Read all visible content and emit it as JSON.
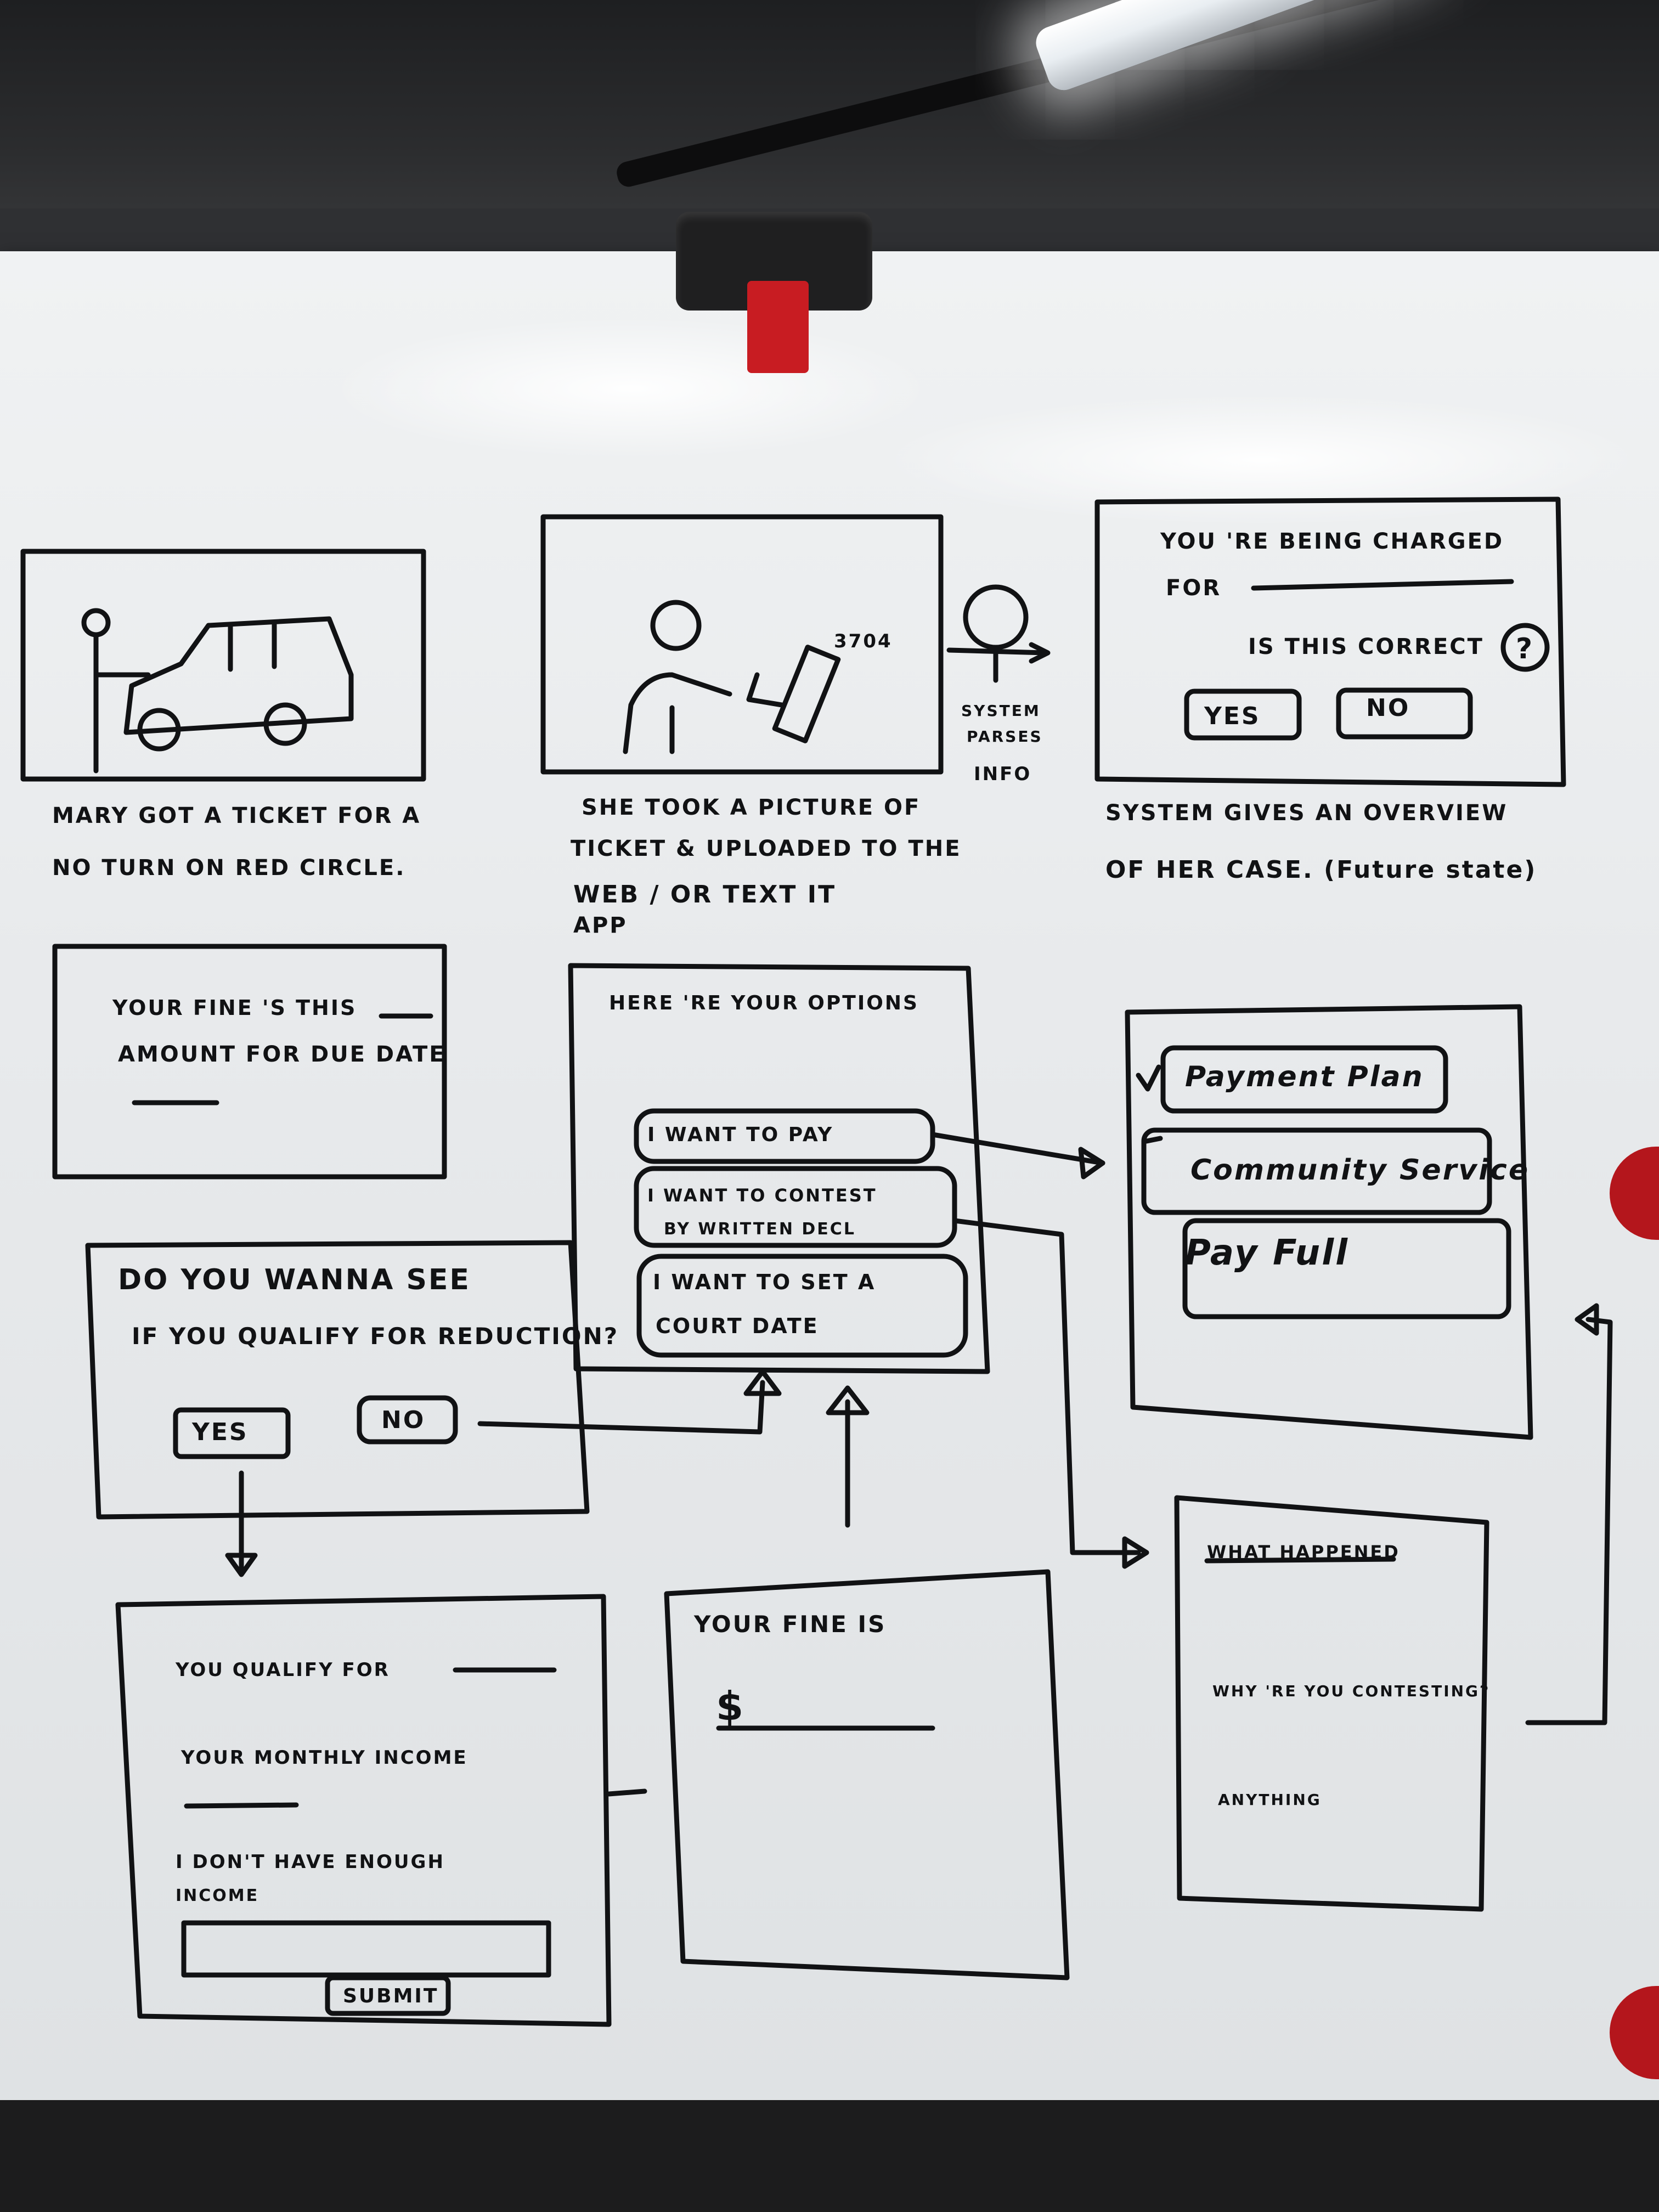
{
  "panels": {
    "p1": {
      "caption_l1": "MARY GOT A TICKET FOR A",
      "caption_l2": "NO TURN ON RED CIRCLE."
    },
    "p2": {
      "ticket_number": "3704",
      "caption_l1": "SHE TOOK A PICTURE OF",
      "caption_l2": "TICKET & UPLOADED TO THE",
      "caption_l3": "WEB / OR TEXT IT",
      "caption_l4": "APP"
    },
    "system_parses": {
      "l1": "SYSTEM",
      "l2": "PARSES",
      "l3": "INFO"
    },
    "p3": {
      "line1": "YOU 'RE BEING CHARGED",
      "line2": "FOR",
      "question": "IS THIS CORRECT",
      "help": "?",
      "yes": "YES",
      "no": "NO",
      "caption_l1": "SYSTEM GIVES AN OVERVIEW",
      "caption_l2": "OF HER CASE. (Future state)"
    },
    "p4": {
      "line1": "YOUR FINE 'S THIS",
      "line2": "AMOUNT FOR DUE DATE"
    },
    "p5": {
      "title": "HERE 'RE YOUR OPTIONS",
      "opt1": "I WANT TO PAY",
      "opt2a": "I WANT TO CONTEST",
      "opt2b": "BY WRITTEN DECL",
      "opt3a": "I WANT TO SET A",
      "opt3b": "COURT DATE"
    },
    "p6": {
      "opt1": "Payment Plan",
      "opt2": "Community Service",
      "opt3": "Pay Full"
    },
    "p7": {
      "line1": "DO YOU WANNA SEE",
      "line2": "IF YOU QUALIFY FOR REDUCTION?",
      "yes": "YES",
      "no": "NO"
    },
    "p8": {
      "line1": "YOU QUALIFY FOR",
      "line2": "YOUR MONTHLY INCOME",
      "line3a": "I DON'T HAVE ENOUGH",
      "line3b": "INCOME",
      "button": "SUBMIT"
    },
    "p9": {
      "line1": "YOUR FINE IS",
      "currency": "$"
    },
    "p10": {
      "heading": "WHAT HAPPENED",
      "q1": "WHY 'RE YOU CONTESTING?",
      "q2": "ANYTHING"
    }
  }
}
